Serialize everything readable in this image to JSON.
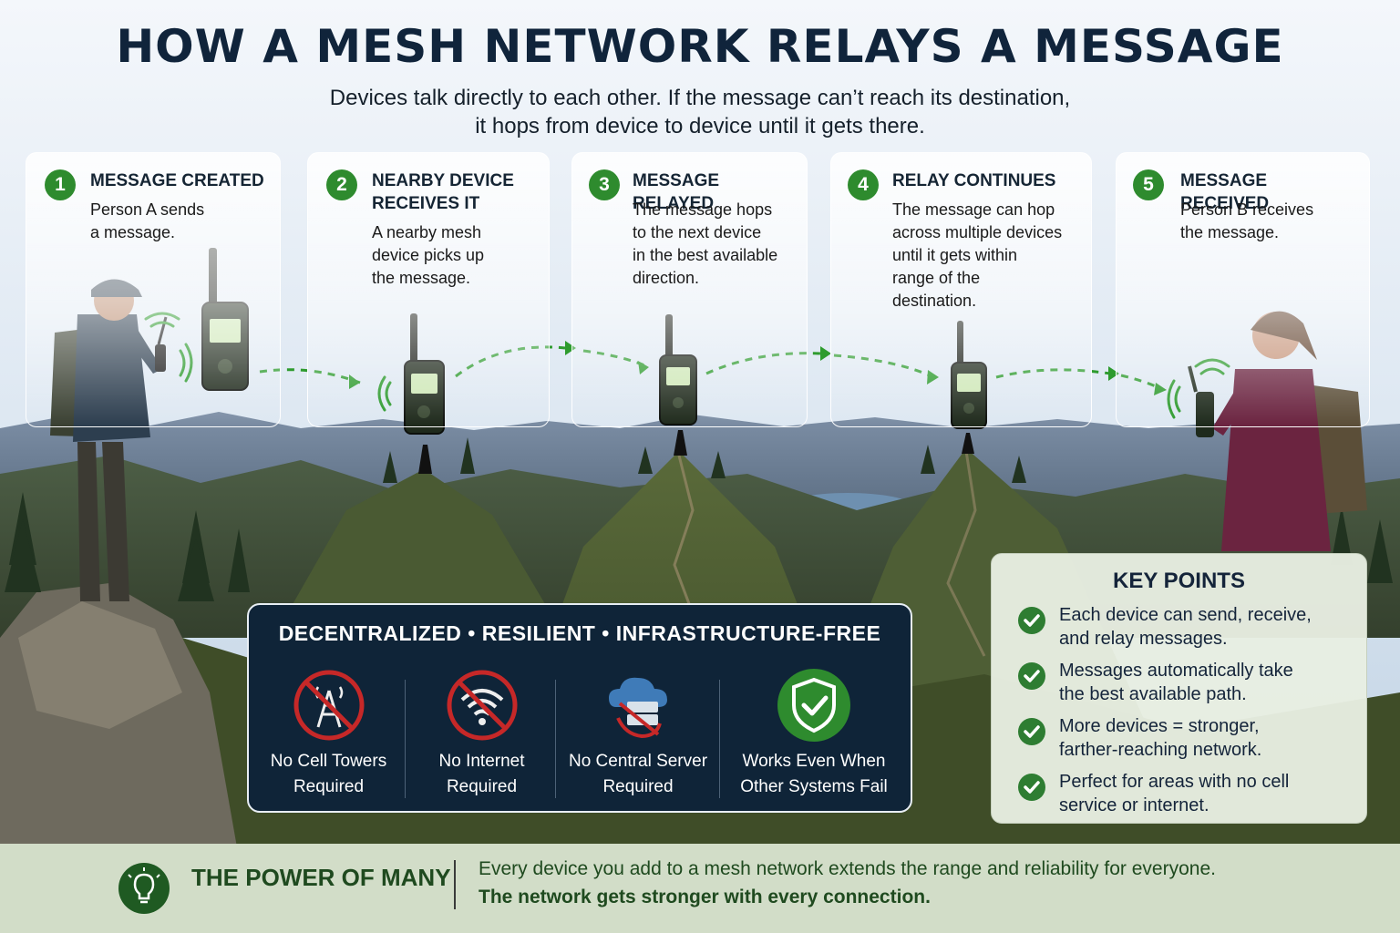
{
  "title": "HOW A MESH NETWORK RELAYS A MESSAGE",
  "subtitle": {
    "line1": "Devices talk directly to each other. If the message can’t reach its destination,",
    "line2": "it hops from device to device until it gets there."
  },
  "steps": [
    {
      "num": "1",
      "title": "MESSAGE CREATED",
      "lines": [
        "Person A sends",
        "a message."
      ]
    },
    {
      "num": "2",
      "title_lines": [
        "NEARBY DEVICE",
        "RECEIVES IT"
      ],
      "lines": [
        "A nearby mesh",
        "device picks up",
        "the message."
      ]
    },
    {
      "num": "3",
      "title": "MESSAGE RELAYED",
      "lines": [
        "The message hops",
        "to the next device",
        "in the best available",
        "direction."
      ]
    },
    {
      "num": "4",
      "title": "RELAY CONTINUES",
      "lines": [
        "The message can hop",
        "across multiple devices",
        "until it gets within",
        "range of the",
        "destination."
      ]
    },
    {
      "num": "5",
      "title": "MESSAGE RECEIVED",
      "lines": [
        "Person B receives",
        "the message."
      ]
    }
  ],
  "features": {
    "heading": "DECENTRALIZED • RESILIENT • INFRASTRUCTURE-FREE",
    "items": [
      {
        "icon": "no-cell-tower-icon",
        "lines": [
          "No Cell Towers",
          "Required"
        ]
      },
      {
        "icon": "no-internet-icon",
        "lines": [
          "No Internet",
          "Required"
        ]
      },
      {
        "icon": "no-central-server-icon",
        "lines": [
          "No Central Server",
          "Required"
        ]
      },
      {
        "icon": "shield-check-icon",
        "lines": [
          "Works Even When",
          "Other Systems Fail"
        ]
      }
    ]
  },
  "key_points": {
    "heading": "KEY POINTS",
    "items": [
      {
        "lines": [
          "Each device can send, receive,",
          "and relay messages."
        ]
      },
      {
        "lines": [
          "Messages automatically take",
          "the best available path."
        ]
      },
      {
        "lines": [
          "More devices = stronger,",
          "farther-reaching network."
        ]
      },
      {
        "lines": [
          "Perfect for areas with no cell",
          "service or internet."
        ]
      }
    ]
  },
  "footer": {
    "icon": "lightbulb-icon",
    "title": "THE POWER OF MANY",
    "line1": "Every device you add to a mesh network extends the range and reliability for everyone.",
    "line2": "The network gets stronger with every connection."
  },
  "colors": {
    "accent_green": "#2e8b2e",
    "navy": "#10243b",
    "panel_dark": "#0f2438",
    "alert_red": "#c62828"
  }
}
